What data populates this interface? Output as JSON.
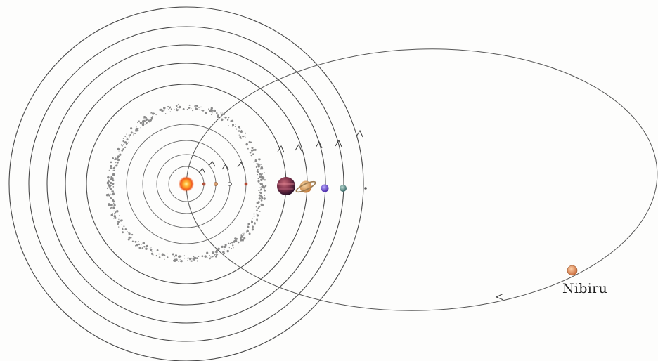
{
  "labels": {
    "nibiru": "Nibiru"
  },
  "bodies": [
    {
      "name": "sun",
      "color": "#f05a1e"
    },
    {
      "name": "mercury",
      "color": "#b0503a"
    },
    {
      "name": "venus",
      "color": "#d8a070"
    },
    {
      "name": "earth",
      "color": "#6a8aa8"
    },
    {
      "name": "mars",
      "color": "#b4442c"
    },
    {
      "name": "jupiter",
      "color": "#8a3a4a"
    },
    {
      "name": "saturn",
      "color": "#d89a60"
    },
    {
      "name": "uranus",
      "color": "#7a5ad0"
    },
    {
      "name": "neptune",
      "color": "#5a8a88"
    },
    {
      "name": "pluto",
      "color": "#555555"
    },
    {
      "name": "nibiru",
      "color": "#e8985e"
    }
  ]
}
